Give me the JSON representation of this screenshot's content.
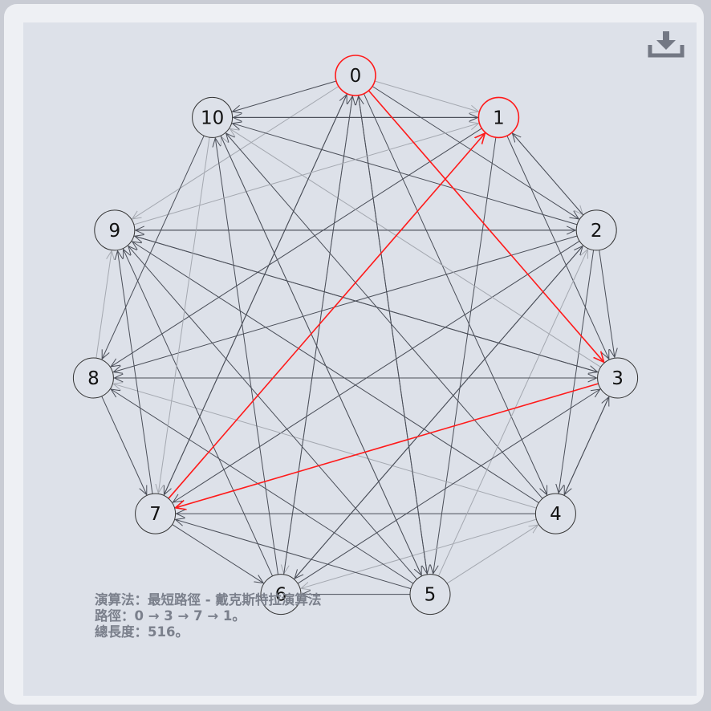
{
  "graph": {
    "nodes": [
      "0",
      "1",
      "2",
      "3",
      "4",
      "5",
      "6",
      "7",
      "8",
      "9",
      "10"
    ],
    "edges": [
      {
        "from": "0",
        "to": "1",
        "shade": "light"
      },
      {
        "from": "0",
        "to": "2",
        "shade": "dark"
      },
      {
        "from": "0",
        "to": "3",
        "shade": "highlight"
      },
      {
        "from": "0",
        "to": "4",
        "shade": "dark"
      },
      {
        "from": "0",
        "to": "5",
        "shade": "dark"
      },
      {
        "from": "0",
        "to": "6",
        "shade": "light"
      },
      {
        "from": "0",
        "to": "7",
        "shade": "dark"
      },
      {
        "from": "0",
        "to": "9",
        "shade": "light"
      },
      {
        "from": "0",
        "to": "10",
        "shade": "dark"
      },
      {
        "from": "1",
        "to": "2",
        "shade": "light"
      },
      {
        "from": "1",
        "to": "3",
        "shade": "dark"
      },
      {
        "from": "1",
        "to": "5",
        "shade": "dark"
      },
      {
        "from": "1",
        "to": "8",
        "shade": "dark"
      },
      {
        "from": "1",
        "to": "10",
        "shade": "dark"
      },
      {
        "from": "2",
        "to": "1",
        "shade": "dark"
      },
      {
        "from": "2",
        "to": "3",
        "shade": "dark"
      },
      {
        "from": "2",
        "to": "4",
        "shade": "dark"
      },
      {
        "from": "2",
        "to": "6",
        "shade": "dark"
      },
      {
        "from": "2",
        "to": "7",
        "shade": "dark"
      },
      {
        "from": "2",
        "to": "8",
        "shade": "dark"
      },
      {
        "from": "2",
        "to": "9",
        "shade": "dark"
      },
      {
        "from": "2",
        "to": "10",
        "shade": "dark"
      },
      {
        "from": "3",
        "to": "4",
        "shade": "dark"
      },
      {
        "from": "3",
        "to": "7",
        "shade": "highlight"
      },
      {
        "from": "3",
        "to": "8",
        "shade": "dark"
      },
      {
        "from": "3",
        "to": "9",
        "shade": "dark"
      },
      {
        "from": "3",
        "to": "10",
        "shade": "light"
      },
      {
        "from": "4",
        "to": "3",
        "shade": "dark"
      },
      {
        "from": "4",
        "to": "6",
        "shade": "light"
      },
      {
        "from": "4",
        "to": "7",
        "shade": "dark"
      },
      {
        "from": "4",
        "to": "8",
        "shade": "light"
      },
      {
        "from": "4",
        "to": "9",
        "shade": "dark"
      },
      {
        "from": "4",
        "to": "10",
        "shade": "dark"
      },
      {
        "from": "5",
        "to": "0",
        "shade": "dark"
      },
      {
        "from": "5",
        "to": "2",
        "shade": "light"
      },
      {
        "from": "5",
        "to": "4",
        "shade": "light"
      },
      {
        "from": "5",
        "to": "6",
        "shade": "dark"
      },
      {
        "from": "5",
        "to": "7",
        "shade": "dark"
      },
      {
        "from": "5",
        "to": "8",
        "shade": "dark"
      },
      {
        "from": "5",
        "to": "9",
        "shade": "dark"
      },
      {
        "from": "5",
        "to": "10",
        "shade": "light"
      },
      {
        "from": "6",
        "to": "0",
        "shade": "dark"
      },
      {
        "from": "6",
        "to": "2",
        "shade": "dark"
      },
      {
        "from": "6",
        "to": "3",
        "shade": "dark"
      },
      {
        "from": "6",
        "to": "9",
        "shade": "dark"
      },
      {
        "from": "6",
        "to": "10",
        "shade": "dark"
      },
      {
        "from": "7",
        "to": "0",
        "shade": "dark"
      },
      {
        "from": "7",
        "to": "1",
        "shade": "highlight"
      },
      {
        "from": "7",
        "to": "6",
        "shade": "dark"
      },
      {
        "from": "7",
        "to": "9",
        "shade": "dark"
      },
      {
        "from": "8",
        "to": "3",
        "shade": "dark"
      },
      {
        "from": "8",
        "to": "7",
        "shade": "dark"
      },
      {
        "from": "8",
        "to": "9",
        "shade": "light"
      },
      {
        "from": "9",
        "to": "1",
        "shade": "light"
      },
      {
        "from": "9",
        "to": "2",
        "shade": "dark"
      },
      {
        "from": "9",
        "to": "3",
        "shade": "dark"
      },
      {
        "from": "10",
        "to": "1",
        "shade": "dark"
      },
      {
        "from": "10",
        "to": "5",
        "shade": "dark"
      },
      {
        "from": "10",
        "to": "7",
        "shade": "light"
      },
      {
        "from": "10",
        "to": "8",
        "shade": "dark"
      }
    ],
    "path": [
      "0",
      "3",
      "7",
      "1"
    ]
  },
  "info": {
    "algorithm": "演算法：最短路徑 - 戴克斯特拉演算法",
    "path_text": "路徑：0 → 3 → 7 → 1。",
    "total_length": "總長度：516。"
  },
  "icons": {
    "download": "download-icon"
  },
  "colors": {
    "highlight": "#ff1a1a",
    "edge_dark": "#4a4e58",
    "edge_light": "#a4a8b0",
    "node_fill": "#dde1e9",
    "node_stroke": "#333333",
    "panel": "#dde1e9",
    "info_text": "#7b808c",
    "icon": "#737884"
  }
}
